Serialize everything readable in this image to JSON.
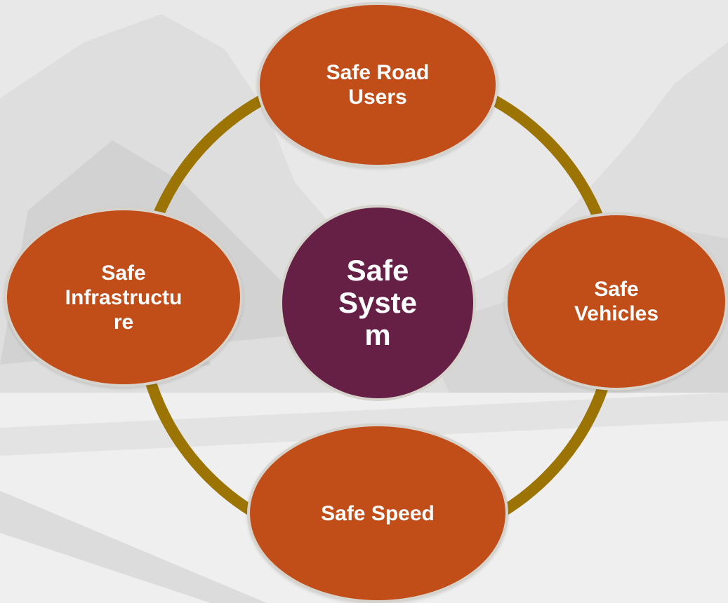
{
  "diagram": {
    "center": {
      "label": "Safe\nSyste\nm"
    },
    "nodes": [
      {
        "id": "users",
        "label": "Safe Road\nUsers"
      },
      {
        "id": "vehicles",
        "label": "Safe\nVehicles"
      },
      {
        "id": "speed",
        "label": "Safe Speed"
      },
      {
        "id": "infrastructure",
        "label": "Safe\nInfrastructu\nre"
      }
    ]
  },
  "colors": {
    "node_fill": "#c14e19",
    "center_fill": "#661f45",
    "ring": "#9c7403",
    "node_outline": "#d6d2cc",
    "text": "#ffffff"
  }
}
